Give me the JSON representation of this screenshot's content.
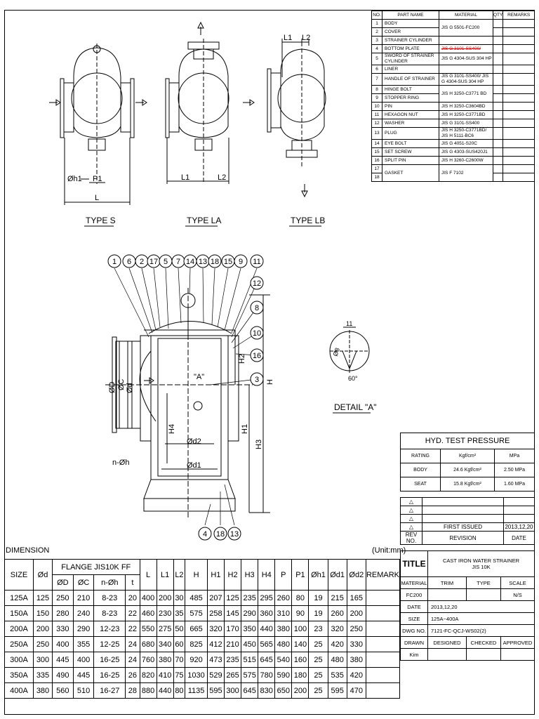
{
  "parts_table": {
    "headers": [
      "NO.",
      "PART NAME",
      "MATERIAL",
      "QTY",
      "REMARKS"
    ],
    "rows": [
      {
        "no": "1",
        "name": "BODY",
        "material": "JIS G 5501-FC200"
      },
      {
        "no": "2",
        "name": "COVER",
        "material": ""
      },
      {
        "no": "3",
        "name": "STRAINER CYLINDER",
        "material": ""
      },
      {
        "no": "4",
        "name": "BOTTOM PLATE",
        "material": "JIS G 3101-SS400/"
      },
      {
        "no": "5",
        "name": "SWORD OF STRAINER CYLINDER",
        "material": "JIS G 4304-SUS 304 HP"
      },
      {
        "no": "6",
        "name": "LINER",
        "material": ""
      },
      {
        "no": "7",
        "name": "HANDLE OF STRAINER",
        "material": "JIS G 3101-SS400/ JIS G 4304-SUS 304 HP"
      },
      {
        "no": "8",
        "name": "HINGE BOLT",
        "material": "JIS H 3250-C3771 BD"
      },
      {
        "no": "9",
        "name": "STOPPER RING",
        "material": ""
      },
      {
        "no": "10",
        "name": "PIN",
        "material": "JIS H 3250-C3604BD"
      },
      {
        "no": "11",
        "name": "HEXAGON NUT",
        "material": "JIS H 3250-C3771BD"
      },
      {
        "no": "12",
        "name": "WASHER",
        "material": "JIS G 3101-SS400"
      },
      {
        "no": "13",
        "name": "PLUG",
        "material": "JIS H 3250-C3771BD/ JIS H 5111-BC6"
      },
      {
        "no": "14",
        "name": "EYE BOLT",
        "material": "JIS G 4051-S20C"
      },
      {
        "no": "15",
        "name": "SET SCREW",
        "material": "JIS G 4303-SUS420J1"
      },
      {
        "no": "16",
        "name": "SPLIT PIN",
        "material": "JIS H 3260-C2600W"
      },
      {
        "no": "17",
        "name": "GASKET",
        "material": "JIS F 7102"
      },
      {
        "no": "18",
        "name": "",
        "material": ""
      }
    ]
  },
  "drawing": {
    "type_s": "TYPE  S",
    "type_la": "TYPE  LA",
    "type_lb": "TYPE  LB",
    "detail_a": "DETAIL \"A\"",
    "label_a": "\"A\"",
    "dims": {
      "phi_h1": "Øh1",
      "p1": "P1",
      "l": "L",
      "l1": "L1",
      "l2": "L2",
      "h": "H",
      "h1": "H1",
      "h2": "H2",
      "h3": "H3",
      "h4": "H4",
      "phi_d": "Ød",
      "phi_c": "ØC",
      "phi_D": "ØD",
      "phi_d1": "Ød1",
      "phi_d2": "Ød2",
      "n_phi_h": "n-Øh",
      "detail_11": "11",
      "detail_8": "Ø8",
      "detail_60": "60°"
    },
    "balloons_top": [
      "1",
      "6",
      "2",
      "17",
      "5",
      "7",
      "14",
      "13",
      "18",
      "15",
      "9",
      "11"
    ],
    "balloons_right": [
      "12",
      "8",
      "10",
      "16",
      "3"
    ],
    "balloons_bottom": [
      "4",
      "18",
      "13"
    ]
  },
  "hyd_test": {
    "title": "HYD. TEST PRESSURE",
    "headers": [
      "RATING",
      "Kgf/cm²",
      "MPa"
    ],
    "rows": [
      {
        "label": "BODY",
        "kgf": "24.6 Kgf/cm²",
        "mpa": "2.50 MPa"
      },
      {
        "label": "SEAT",
        "kgf": "15.8 Kgf/cm²",
        "mpa": "1.60 MPa"
      }
    ]
  },
  "revision": {
    "rows": [
      {
        "mark": "△",
        "text": "",
        "date": ""
      },
      {
        "mark": "△",
        "text": "",
        "date": ""
      },
      {
        "mark": "△",
        "text": "",
        "date": ""
      },
      {
        "mark": "△",
        "text": "FIRST ISSUED",
        "date": "2013,12,20"
      }
    ],
    "headers": [
      "REV NO.",
      "REVISION",
      "DATE"
    ]
  },
  "title_block": {
    "title_label": "TITLE",
    "title_line1": "CAST IRON WATER STRAINER",
    "title_line2": "JIS 10K",
    "material_label": "MATERIAL",
    "trim_label": "TRIM",
    "type_label": "TYPE",
    "scale_label": "SCALE",
    "material_value": "FC200",
    "scale_value": "N/S",
    "date_label": "DATE",
    "date_value": "2013,12,20",
    "size_label": "SIZE",
    "size_value": "125A~400A",
    "dwg_label": "DWG NO.",
    "dwg_value": "7121-FC-QCJ-WS02(2)",
    "drawn_label": "DRAWN",
    "designed_label": "DESIGNED",
    "checked_label": "CHECKED",
    "approved_label": "APPROVED",
    "drawn_value": "Kim"
  },
  "dimension": {
    "title": "DIMENSION",
    "unit": "(Unit:mm)",
    "flange_header": "FLANGE JIS10K FF",
    "headers": [
      "SIZE",
      "Ød",
      "ØD",
      "ØC",
      "n-Øh",
      "t",
      "L",
      "L1",
      "L2",
      "H",
      "H1",
      "H2",
      "H3",
      "H4",
      "P",
      "P1",
      "Øh1",
      "Ød1",
      "Ød2",
      "REMARK"
    ],
    "rows": [
      [
        "125A",
        "125",
        "250",
        "210",
        "8-23",
        "20",
        "400",
        "200",
        "30",
        "485",
        "207",
        "125",
        "235",
        "295",
        "260",
        "80",
        "19",
        "215",
        "165",
        ""
      ],
      [
        "150A",
        "150",
        "280",
        "240",
        "8-23",
        "22",
        "460",
        "230",
        "35",
        "575",
        "258",
        "145",
        "290",
        "360",
        "310",
        "90",
        "19",
        "260",
        "200",
        ""
      ],
      [
        "200A",
        "200",
        "330",
        "290",
        "12-23",
        "22",
        "550",
        "275",
        "50",
        "665",
        "320",
        "170",
        "350",
        "440",
        "380",
        "100",
        "23",
        "320",
        "250",
        ""
      ],
      [
        "250A",
        "250",
        "400",
        "355",
        "12-25",
        "24",
        "680",
        "340",
        "60",
        "825",
        "412",
        "210",
        "450",
        "565",
        "480",
        "140",
        "25",
        "420",
        "330",
        ""
      ],
      [
        "300A",
        "300",
        "445",
        "400",
        "16-25",
        "24",
        "760",
        "380",
        "70",
        "920",
        "473",
        "235",
        "515",
        "645",
        "540",
        "160",
        "25",
        "480",
        "380",
        ""
      ],
      [
        "350A",
        "335",
        "490",
        "445",
        "16-25",
        "26",
        "820",
        "410",
        "75",
        "1030",
        "529",
        "265",
        "575",
        "780",
        "590",
        "180",
        "25",
        "535",
        "420",
        ""
      ],
      [
        "400A",
        "380",
        "560",
        "510",
        "16-27",
        "28",
        "880",
        "440",
        "80",
        "1135",
        "595",
        "300",
        "645",
        "830",
        "650",
        "200",
        "25",
        "595",
        "470",
        ""
      ]
    ]
  }
}
